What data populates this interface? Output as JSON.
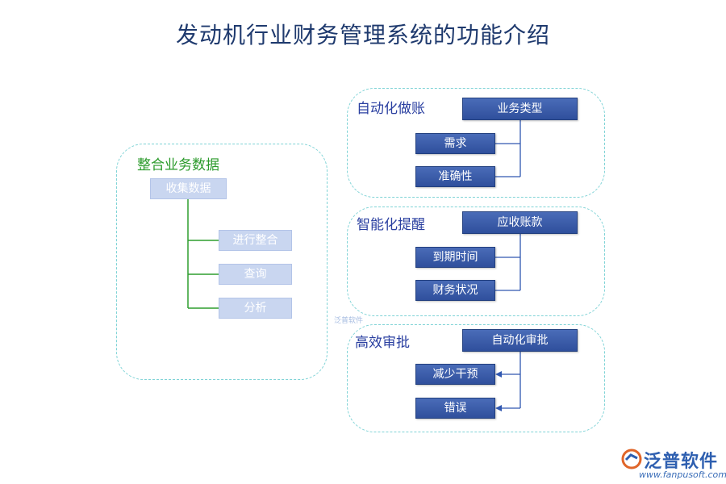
{
  "title": "发动机行业财务管理系统的功能介绍",
  "left_panel": {
    "heading": "整合业务数据",
    "root": "收集数据",
    "children": [
      "进行整合",
      "查询",
      "分析"
    ]
  },
  "panels": [
    {
      "heading": "自动化做账",
      "root": "业务类型",
      "children": [
        "需求",
        "准确性"
      ]
    },
    {
      "heading": "智能化提醒",
      "root": "应收账款",
      "children": [
        "到期时间",
        "财务状况"
      ]
    },
    {
      "heading": "高效审批",
      "root": "自动化审批",
      "children": [
        "减少干预",
        "错误"
      ]
    }
  ],
  "watermark": "泛普软件",
  "logo": {
    "name": "泛普软件",
    "url": "www.fanpusoft.com"
  },
  "colors": {
    "title": "#1f3a6e",
    "panel_border": "#7fd3d6",
    "green_heading": "#2a9a2a",
    "blue_heading": "#2a3fa0",
    "dark_box": "#34549f",
    "light_box": "#c9d6f0",
    "connector_green": "#2f9e2f",
    "connector_blue": "#3057b0"
  }
}
